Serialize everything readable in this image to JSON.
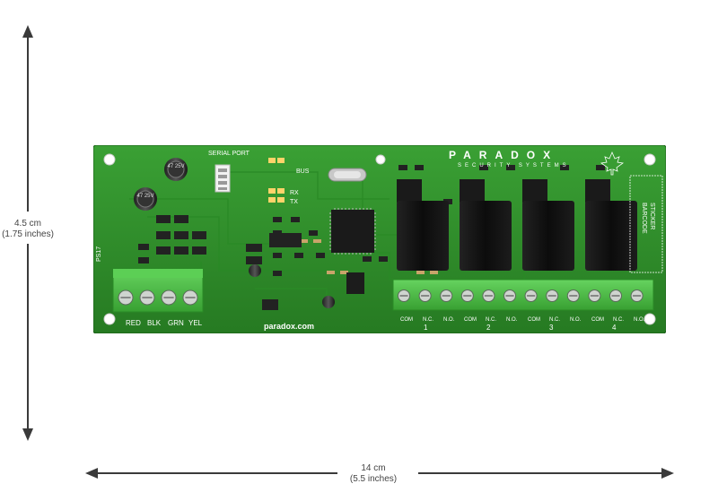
{
  "dimensions": {
    "height_cm": "4.5 cm",
    "height_in": "(1.75 inches)",
    "width_cm": "14 cm",
    "width_in": "(5.5 inches)"
  },
  "board": {
    "brand": "PARADOX",
    "brand_sub": "SECURITY SYSTEMS",
    "serial_port": "SERIAL PORT",
    "bus": "BUS",
    "rx": "RX",
    "tx": "TX",
    "website": "paradox.com",
    "barcode": "BARCODE",
    "sticker": "STICKER",
    "model": "PS17",
    "wire_labels": [
      "RED",
      "BLK",
      "GRN",
      "YEL"
    ],
    "relay_terminals": [
      "COM",
      "N.C.",
      "N.O.",
      "COM",
      "N.C.",
      "N.O.",
      "COM",
      "N.C.",
      "N.O.",
      "COM",
      "N.C.",
      "N.O."
    ],
    "relay_numbers": [
      "1",
      "2",
      "3",
      "4"
    ],
    "capacitor_labels": [
      "47\n25V",
      "47\n25V"
    ]
  },
  "colors": {
    "pcb": "#2e8f2a",
    "pcb_dark": "#1f6e1c",
    "terminal_block": "#4fc04a",
    "relay": "#141414",
    "silkscreen": "#ffffff",
    "arrow": "#3a3a3a"
  }
}
